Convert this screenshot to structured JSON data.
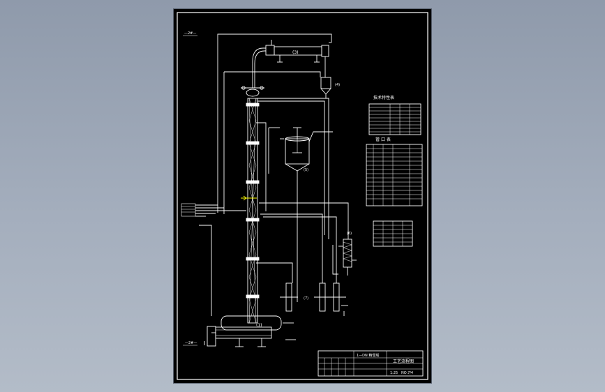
{
  "viewer": {
    "background_color": "#9aa4b4",
    "sheet_color": "#000000"
  },
  "drawing": {
    "line_color": "#ffffff",
    "accent_color": "#ffff00",
    "top_left_note": "—2#—",
    "equipment_tags": {
      "column": "(1)",
      "condenser": "(3)",
      "receiver": "(4)",
      "kettle": "(5)",
      "cooler": "(6)",
      "rotameter": "(7)"
    },
    "tables": {
      "tech_title": "技术特性表",
      "nozzle_title": "管 口 表"
    },
    "title_block": {
      "drawing_name": "工艺流程图",
      "project_line": "1—DN  精馏塔",
      "sheet_no": "NO.7/4",
      "scale": "1:25"
    },
    "bottom_left_note": "—2#—"
  }
}
